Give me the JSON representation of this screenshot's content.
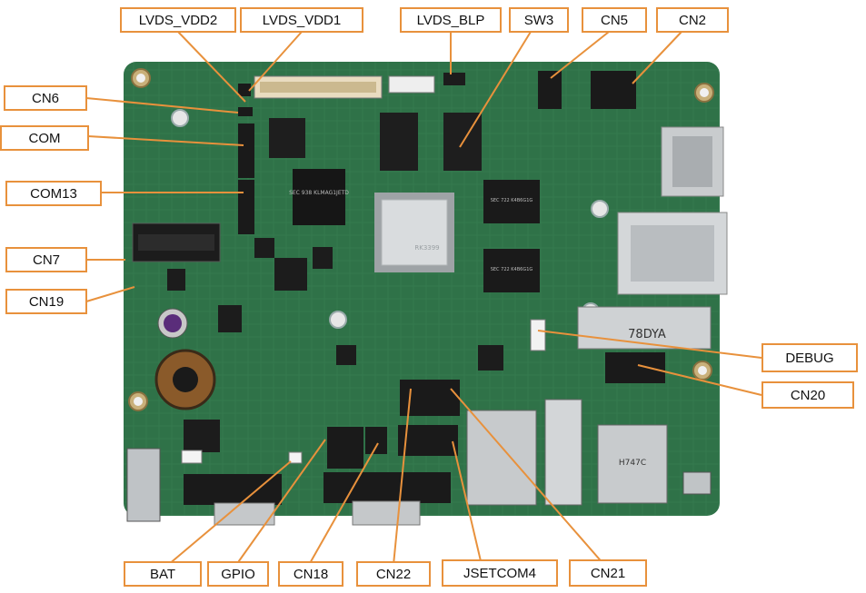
{
  "colors": {
    "callout_border": "#e8913c",
    "leader_line": "#e8913c",
    "pcb": "#2f7248",
    "label_text": "#111111"
  },
  "chips": {
    "soc": "RK3399",
    "ram_1": "SEC 722 K4B6G1G",
    "ram_2": "SEC 722 K4B6G1G",
    "flash": "SEC 938 KLMAG1JETD",
    "panel_marking": "78DYA",
    "ethernet_magnetics": "H747C"
  },
  "callouts": {
    "lvds_vdd2": "LVDS_VDD2",
    "lvds_vdd1": "LVDS_VDD1",
    "lvds_blp": "LVDS_BLP",
    "sw3": "SW3",
    "cn5": "CN5",
    "cn2": "CN2",
    "cn6": "CN6",
    "com": "COM",
    "com13": "COM13",
    "cn7": "CN7",
    "cn19": "CN19",
    "debug": "DEBUG",
    "cn20": "CN20",
    "bat": "BAT",
    "gpio": "GPIO",
    "cn18": "CN18",
    "cn22": "CN22",
    "jsetcom4": "JSETCOM4",
    "cn21": "CN21"
  }
}
